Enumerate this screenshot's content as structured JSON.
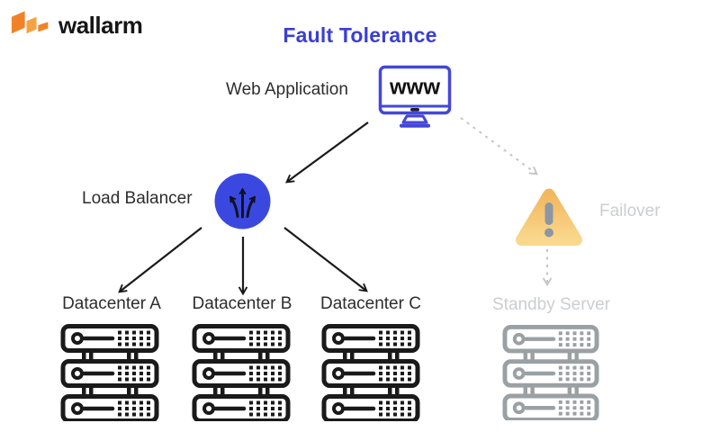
{
  "brand": {
    "name": "wallarm"
  },
  "title": "Fault Tolerance",
  "nodes": {
    "web_application": {
      "label": "Web Application",
      "monitor_text": "www"
    },
    "load_balancer": {
      "label": "Load Balancer"
    },
    "datacenters": [
      {
        "label": "Datacenter A"
      },
      {
        "label": "Datacenter B"
      },
      {
        "label": "Datacenter C"
      }
    ],
    "failover": {
      "label": "Failover"
    },
    "standby_server": {
      "label": "Standby Server"
    }
  },
  "edges": [
    {
      "from": "web_application",
      "to": "load_balancer",
      "style": "solid"
    },
    {
      "from": "load_balancer",
      "to": "datacenter_a",
      "style": "solid"
    },
    {
      "from": "load_balancer",
      "to": "datacenter_b",
      "style": "solid"
    },
    {
      "from": "load_balancer",
      "to": "datacenter_c",
      "style": "solid"
    },
    {
      "from": "web_application",
      "to": "failover",
      "style": "dashed"
    },
    {
      "from": "failover",
      "to": "standby_server",
      "style": "dashed"
    }
  ],
  "colors": {
    "background": "#ffffff",
    "title_blue": "#3b3fd2",
    "monitor_blue": "#4347d8",
    "circle_blue": "#3b48e0",
    "ink": "#1a1a1a",
    "label_text": "#2d2d2d",
    "logo_orange": "#f08227",
    "logo_orange_light": "#f6a243",
    "amber_top": "#f2b75e",
    "amber_bottom": "#f9d88d",
    "slate_gray": "#8c96a5",
    "inactive_icon_gray": "#9aa0a3",
    "inactive_text_gray": "#cbced1",
    "dashed_line_gray": "#c5c5c5"
  }
}
